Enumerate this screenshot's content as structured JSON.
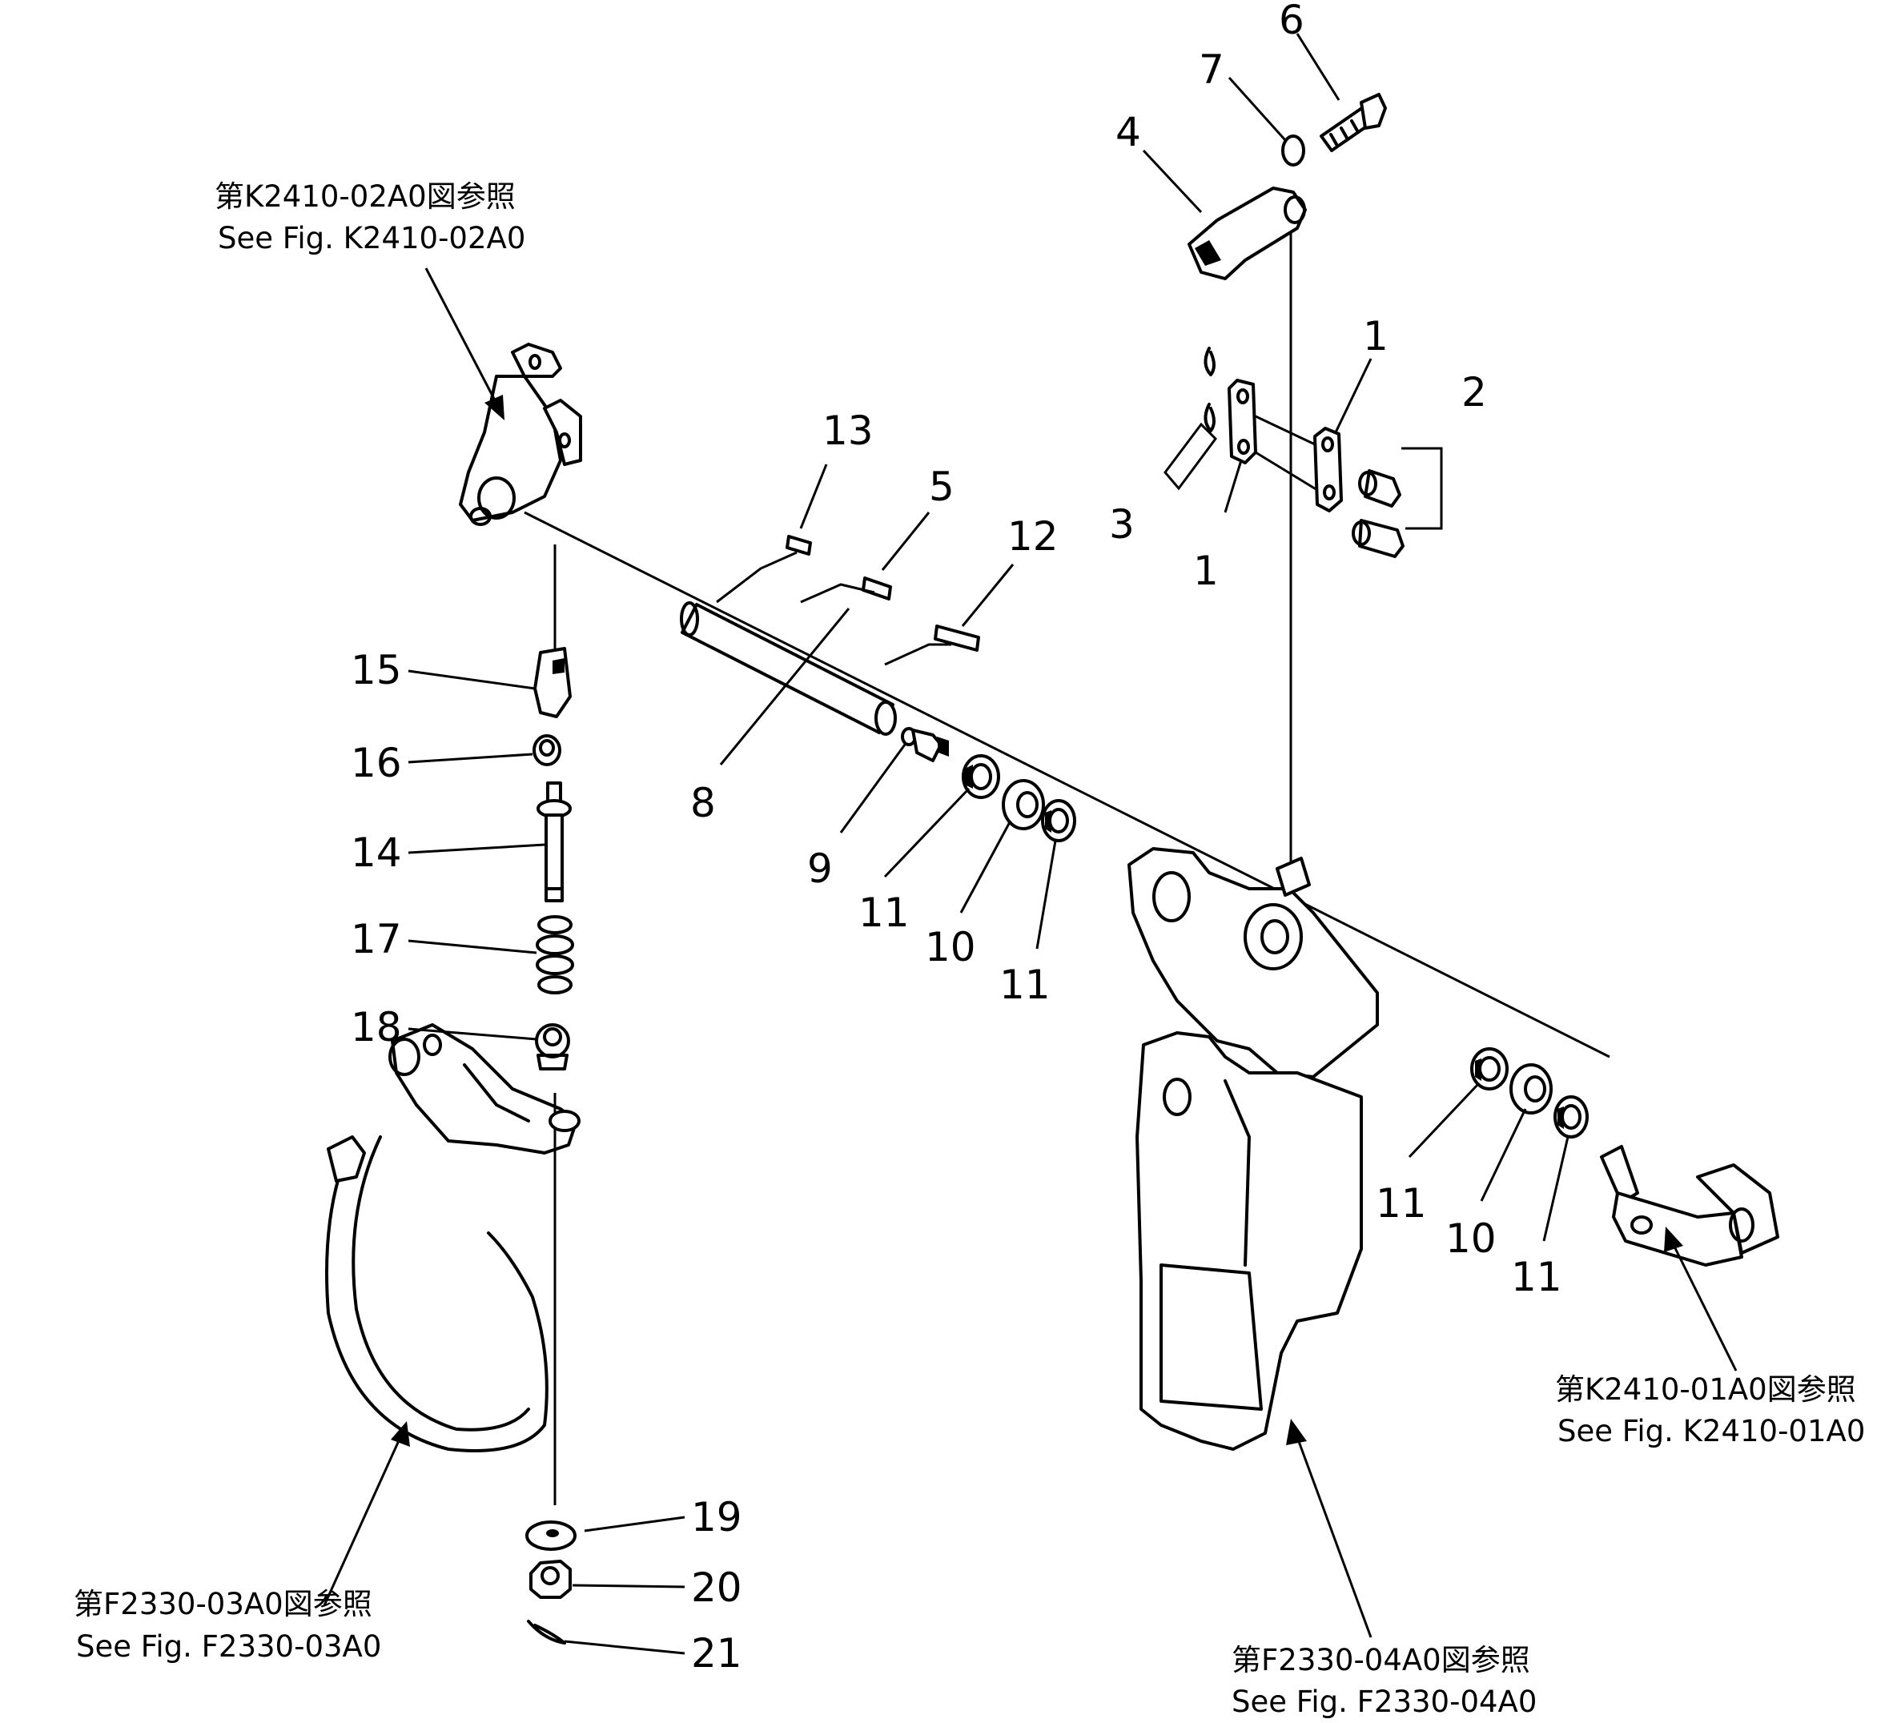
{
  "diagram": {
    "part_numbers": [
      {
        "id": "p6",
        "text": "6"
      },
      {
        "id": "p7",
        "text": "7"
      },
      {
        "id": "p4",
        "text": "4"
      },
      {
        "id": "p1a",
        "text": "1"
      },
      {
        "id": "p2",
        "text": "2"
      },
      {
        "id": "p3",
        "text": "3"
      },
      {
        "id": "p1b",
        "text": "1"
      },
      {
        "id": "p13",
        "text": "13"
      },
      {
        "id": "p5",
        "text": "5"
      },
      {
        "id": "p12",
        "text": "12"
      },
      {
        "id": "p15",
        "text": "15"
      },
      {
        "id": "p16",
        "text": "16"
      },
      {
        "id": "p14",
        "text": "14"
      },
      {
        "id": "p17",
        "text": "17"
      },
      {
        "id": "p18",
        "text": "18"
      },
      {
        "id": "p8",
        "text": "8"
      },
      {
        "id": "p9",
        "text": "9"
      },
      {
        "id": "p11a",
        "text": "11"
      },
      {
        "id": "p10a",
        "text": "10"
      },
      {
        "id": "p11b",
        "text": "11"
      },
      {
        "id": "p11c",
        "text": "11"
      },
      {
        "id": "p10b",
        "text": "10"
      },
      {
        "id": "p11d",
        "text": "11"
      },
      {
        "id": "p19",
        "text": "19"
      },
      {
        "id": "p20",
        "text": "20"
      },
      {
        "id": "p21",
        "text": "21"
      }
    ],
    "references": {
      "k2410_02a0": {
        "jp": "第K2410-02A0図参照",
        "en": "See Fig. K2410-02A0"
      },
      "k2410_01a0": {
        "jp": "第K2410-01A0図参照",
        "en": "See Fig. K2410-01A0"
      },
      "f2330_03a0": {
        "jp": "第F2330-03A0図参照",
        "en": "See Fig. F2330-03A0"
      },
      "f2330_04a0": {
        "jp": "第F2330-04A0図参照",
        "en": "See Fig. F2330-04A0"
      }
    }
  }
}
